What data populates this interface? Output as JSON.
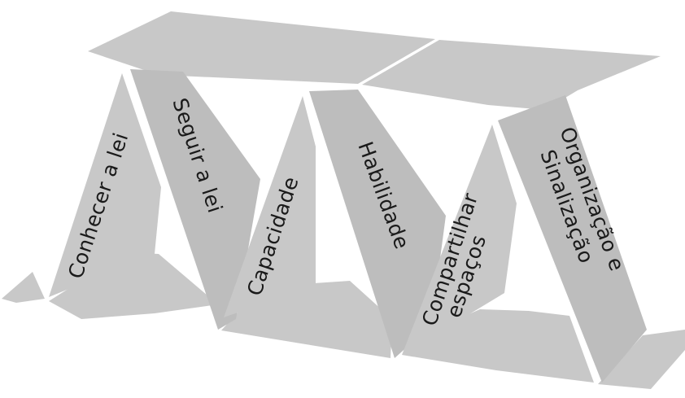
{
  "labels": {
    "card1": "Conhecer a lei",
    "card2": "Seguir a lei",
    "card3": "Capacidade",
    "card4": "Habilidade",
    "card5_line1": "Compartilhar",
    "card5_line2": "espaços",
    "card6_line1": "Organização e",
    "card6_line2": "Sinalização"
  }
}
